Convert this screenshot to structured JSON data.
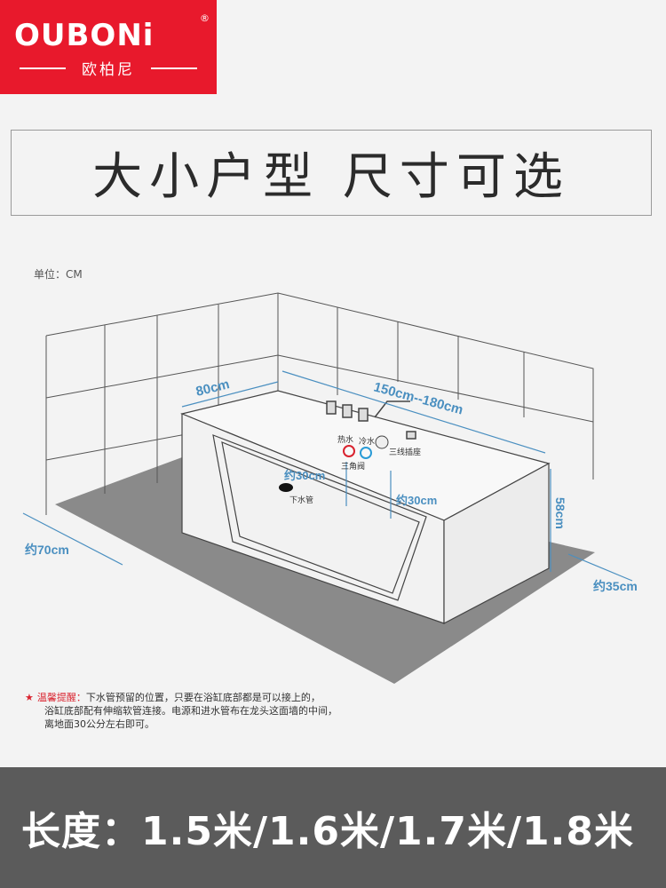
{
  "logo": {
    "brand": "OUBONi",
    "reg_mark": "®",
    "subtitle": "欧柏尼"
  },
  "header": {
    "title": "大小户型 尺寸可选"
  },
  "unit_label": "单位：CM",
  "dimensions": {
    "width_80": "80cm",
    "length": "150cm--180cm",
    "height_30_left": "约30cm",
    "height_30_right": "约30cm",
    "height_58": "58cm",
    "floor_70": "约70cm",
    "floor_35": "约35cm"
  },
  "labels": {
    "hot_water": "热水",
    "cold_water": "冷水",
    "triangle_valve": "三角阀",
    "three_wire_socket": "三线插座",
    "drain_pipe": "下水管"
  },
  "note": {
    "title": "温馨提醒：",
    "line1": "下水管预留的位置，只要在浴缸底部都是可以接上的，",
    "line2": "浴缸底部配有伸缩软管连接。电源和进水管布在龙头这面墙的中间，",
    "line3": "离地面30公分左右即可。"
  },
  "footer": {
    "text": "长度：1.5米/1.6米/1.7米/1.8米"
  },
  "colors": {
    "brand_red": "#e8192c",
    "dimension_blue": "#4a8fc0",
    "floor_gray": "#8a8a8a",
    "footer_gray": "#5b5b5b"
  }
}
